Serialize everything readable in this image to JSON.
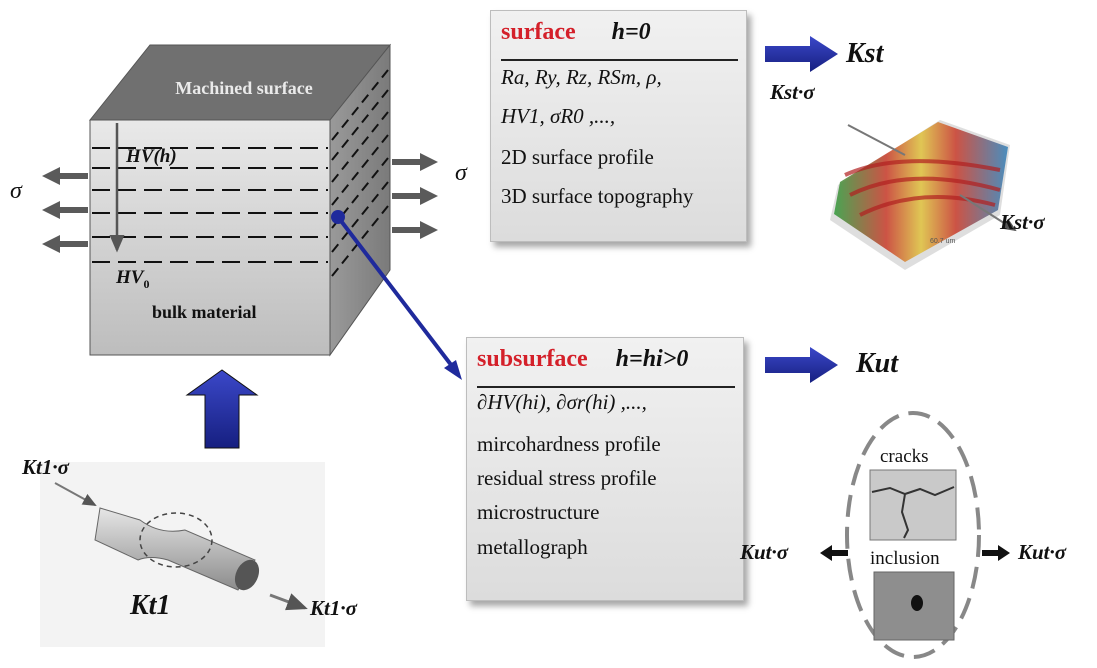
{
  "cube": {
    "top_label": "Machined surface",
    "hv_h": "HV(h)",
    "hv_0": "HV",
    "hv_0_sub": "0",
    "bulk_label": "bulk material",
    "sigma_left": "σ",
    "sigma_right": "σ"
  },
  "surface_box": {
    "title": "surface",
    "condition": "h=0",
    "line1": "Ra, Ry, Rz, RSm, ρ,",
    "line2": "HV1, σR0 ,...,",
    "line3": "2D surface profile",
    "line4": "3D surface topography"
  },
  "subsurface_box": {
    "title": "subsurface",
    "condition": "h=hi>0",
    "line1": "∂HV(hi), ∂σr(hi) ,...,",
    "line2": "mircohardness profile",
    "line3": "residual stress profile",
    "line4": "microstructure",
    "line5": "metallograph"
  },
  "labels": {
    "kst_main": "Kst",
    "kst_sigma_left": "Kst·σ",
    "kst_sigma_right": "Kst·σ",
    "kut_main": "Kut",
    "kut_sigma_left": "Kut·σ",
    "kut_sigma_right": "Kut·σ",
    "kt1_sigma_top": "Kt1·σ",
    "kt1_main": "Kt1",
    "kt1_sigma_bottom": "Kt1·σ"
  },
  "defects": {
    "cracks": "cracks",
    "inclusion": "inclusion"
  },
  "topography_axis_note": "60.7 um",
  "colors": {
    "arrow_blue": "#1f2a9c",
    "head_red": "#d4202a",
    "cube_face": "#cfcfcf",
    "cube_top": "#6f6f6f"
  }
}
